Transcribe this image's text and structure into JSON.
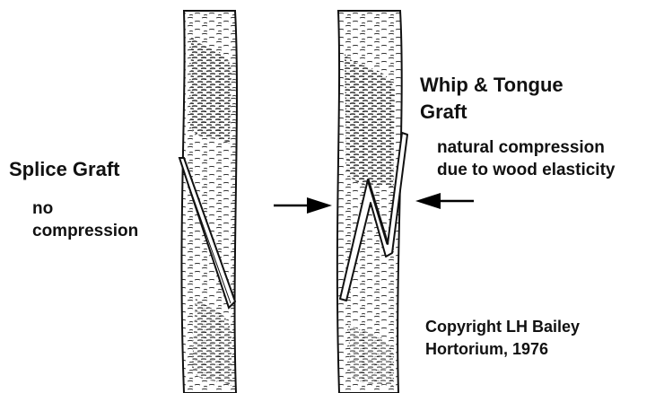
{
  "splice": {
    "title": "Splice Graft",
    "note_line1": "no",
    "note_line2": "compression"
  },
  "whip": {
    "title_line1": "Whip & Tongue",
    "title_line2": "Graft",
    "note_line1": "natural compression",
    "note_line2": "due to wood elasticity"
  },
  "credit": {
    "line1": "Copyright LH Bailey",
    "line2": "Hortorium, 1976"
  }
}
